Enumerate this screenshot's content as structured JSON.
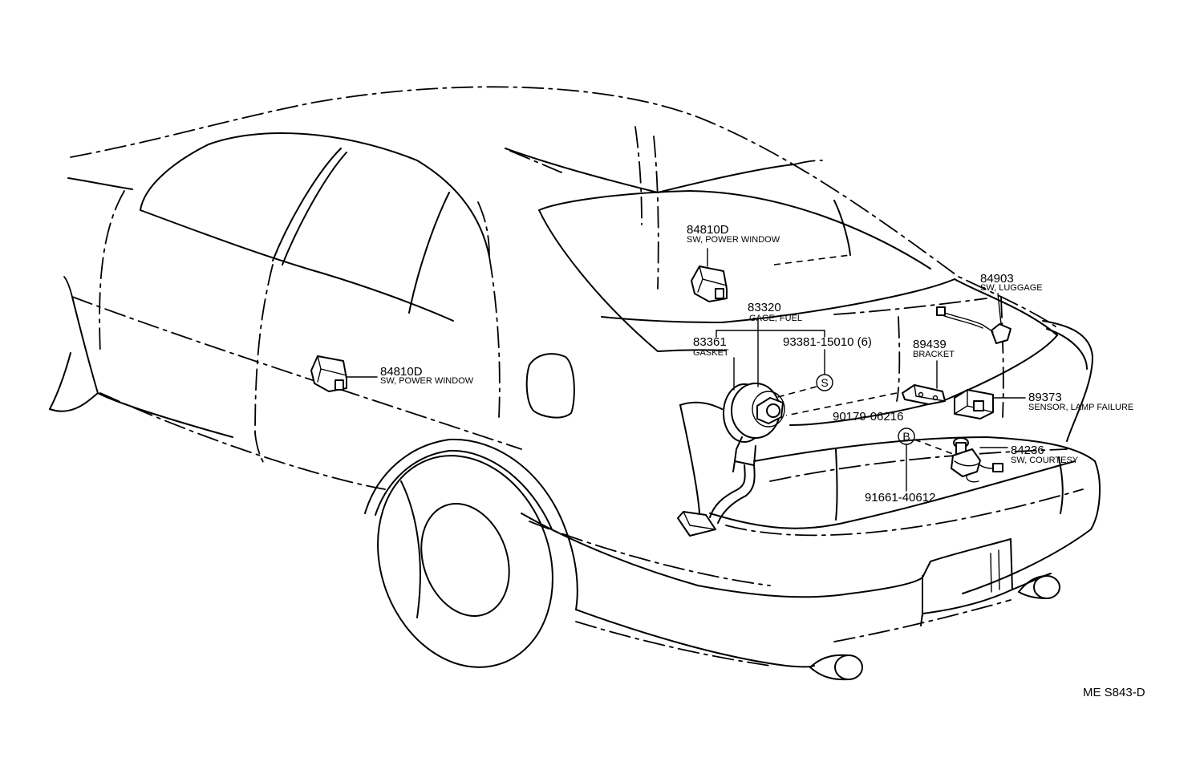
{
  "callouts": {
    "sw_power_window_rear_door": {
      "number": "84810D",
      "name": "SW, POWER WINDOW"
    },
    "sw_power_window_front": {
      "number": "84810D",
      "name": "SW, POWER WINDOW"
    },
    "gage_fuel": {
      "number": "83320",
      "name": "GAGE, FUEL"
    },
    "gasket": {
      "number": "83361",
      "name": "GASKET"
    },
    "screw": {
      "number": "93381-15010 (6)"
    },
    "sw_luggage": {
      "number": "84903",
      "name": "SW, LUGGAGE"
    },
    "bracket": {
      "number": "89439",
      "name": "BRACKET"
    },
    "clip": {
      "number": "90179-06216"
    },
    "sensor_lamp_failure": {
      "number": "89373",
      "name": "SENSOR, LAMP FAILURE"
    },
    "sw_courtesy": {
      "number": "84236",
      "name": "SW, COURTESY"
    },
    "bolt": {
      "number": "91661-40612"
    }
  },
  "markers": {
    "s": "S",
    "b": "B"
  },
  "diagram_code": "ME S843-D"
}
